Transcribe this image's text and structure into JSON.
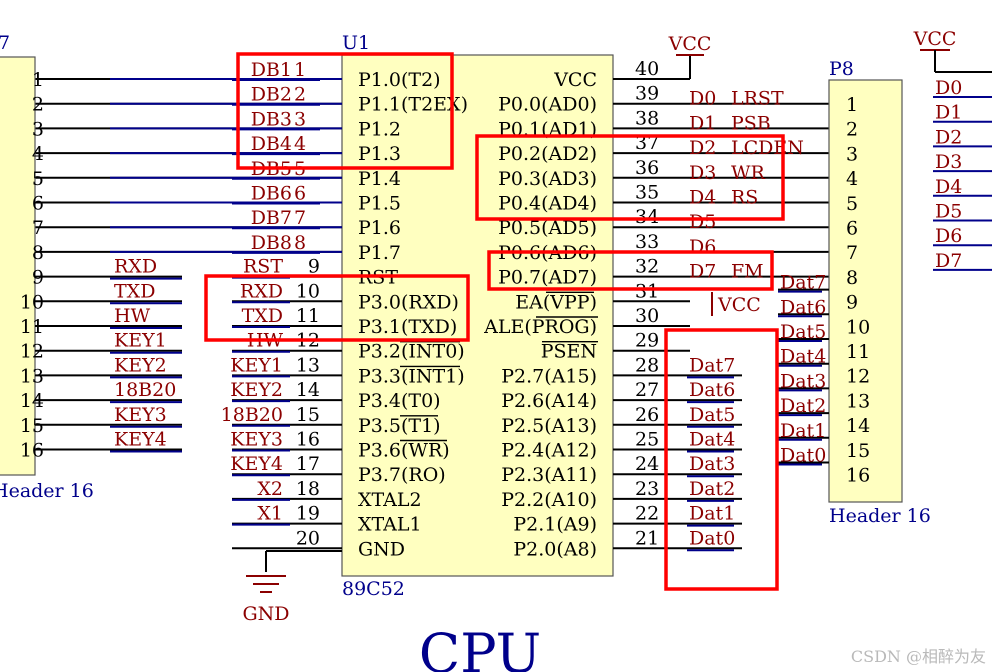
{
  "chip": {
    "designator": "U1",
    "part": "89C52",
    "left_pins": [
      {
        "num": "",
        "name": "P1.0(T2)",
        "net": "DB1",
        "netnum": "1"
      },
      {
        "num": "",
        "name": "P1.1(T2EX)",
        "net": "DB2",
        "netnum": "2"
      },
      {
        "num": "",
        "name": "P1.2",
        "net": "DB3",
        "netnum": "3"
      },
      {
        "num": "",
        "name": "P1.3",
        "net": "DB4",
        "netnum": "4"
      },
      {
        "num": "",
        "name": "P1.4",
        "net": "DB5",
        "netnum": "5"
      },
      {
        "num": "",
        "name": "P1.5",
        "net": "DB6",
        "netnum": "6"
      },
      {
        "num": "",
        "name": "P1.6",
        "net": "DB7",
        "netnum": "7"
      },
      {
        "num": "",
        "name": "P1.7",
        "net": "DB8",
        "netnum": "8"
      },
      {
        "num": "9",
        "name": "RST",
        "net": "RST",
        "netnum": ""
      },
      {
        "num": "10",
        "name": "P3.0(RXD)",
        "net": "RXD",
        "netnum": ""
      },
      {
        "num": "11",
        "name": "P3.1(TXD)",
        "net": "TXD",
        "netnum": ""
      },
      {
        "num": "12",
        "name": "P3.2(INT0)",
        "net": "HW",
        "netnum": ""
      },
      {
        "num": "13",
        "name": "P3.3(INT1)",
        "net": "KEY1",
        "netnum": ""
      },
      {
        "num": "14",
        "name": "P3.4(T0)",
        "net": "KEY2",
        "netnum": ""
      },
      {
        "num": "15",
        "name": "P3.5(T1)",
        "net": "18B20",
        "netnum": ""
      },
      {
        "num": "16",
        "name": "P3.6(WR)",
        "net": "KEY3",
        "netnum": ""
      },
      {
        "num": "17",
        "name": "P3.7(RO)",
        "net": "KEY4",
        "netnum": ""
      },
      {
        "num": "18",
        "name": "XTAL2",
        "net": "X2",
        "netnum": ""
      },
      {
        "num": "19",
        "name": "XTAL1",
        "net": "X1",
        "netnum": ""
      },
      {
        "num": "20",
        "name": "GND",
        "net": "",
        "netnum": ""
      }
    ],
    "right_pins": [
      {
        "num": "40",
        "name": "VCC",
        "net": "",
        "func": ""
      },
      {
        "num": "39",
        "name": "P0.0(AD0)",
        "net": "D0",
        "func": "LRST"
      },
      {
        "num": "38",
        "name": "P0.1(AD1)",
        "net": "D1",
        "func": "PSB"
      },
      {
        "num": "37",
        "name": "P0.2(AD2)",
        "net": "D2",
        "func": "LCDEN"
      },
      {
        "num": "36",
        "name": "P0.3(AD3)",
        "net": "D3",
        "func": "WR"
      },
      {
        "num": "35",
        "name": "P0.4(AD4)",
        "net": "D4",
        "func": "RS"
      },
      {
        "num": "34",
        "name": "P0.5(AD5)",
        "net": "D5",
        "func": ""
      },
      {
        "num": "33",
        "name": "P0.6(AD6)",
        "net": "D6",
        "func": ""
      },
      {
        "num": "32",
        "name": "P0.7(AD7)",
        "net": "D7",
        "func": "FM"
      },
      {
        "num": "31",
        "name": "EA(VPP)",
        "net": "VCC",
        "func": ""
      },
      {
        "num": "30",
        "name": "ALE(PROG)",
        "net": "",
        "func": ""
      },
      {
        "num": "29",
        "name": "PSEN",
        "net": "",
        "func": ""
      },
      {
        "num": "28",
        "name": "P2.7(A15)",
        "net": "Dat7",
        "func": ""
      },
      {
        "num": "27",
        "name": "P2.6(A14)",
        "net": "Dat6",
        "func": ""
      },
      {
        "num": "26",
        "name": "P2.5(A13)",
        "net": "Dat5",
        "func": ""
      },
      {
        "num": "25",
        "name": "P2.4(A12)",
        "net": "Dat4",
        "func": ""
      },
      {
        "num": "24",
        "name": "P2.3(A11)",
        "net": "Dat3",
        "func": ""
      },
      {
        "num": "23",
        "name": "P2.2(A10)",
        "net": "Dat2",
        "func": ""
      },
      {
        "num": "22",
        "name": "P2.1(A9)",
        "net": "Dat1",
        "func": ""
      },
      {
        "num": "21",
        "name": "P2.0(A8)",
        "net": "Dat0",
        "func": ""
      }
    ]
  },
  "left_header": {
    "designator": "7",
    "part": "Header 16",
    "pins": [
      "1",
      "2",
      "3",
      "4",
      "5",
      "6",
      "7",
      "8",
      "9",
      "10",
      "11",
      "12",
      "13",
      "14",
      "15",
      "16"
    ],
    "nets": [
      "",
      "",
      "",
      "",
      "",
      "",
      "",
      "",
      "RXD",
      "TXD",
      "HW",
      "KEY1",
      "KEY2",
      "18B20",
      "KEY3",
      "KEY4"
    ]
  },
  "right_header": {
    "designator": "P8",
    "part": "Header 16",
    "pins": [
      "1",
      "2",
      "3",
      "4",
      "5",
      "6",
      "7",
      "8",
      "9",
      "10",
      "11",
      "12",
      "13",
      "14",
      "15",
      "16"
    ],
    "nets": [
      "",
      "",
      "",
      "",
      "",
      "",
      "",
      "",
      "Dat7",
      "Dat6",
      "Dat5",
      "Dat4",
      "Dat3",
      "Dat2",
      "Dat1",
      "Dat0"
    ]
  },
  "far_right": {
    "vcc": "VCC",
    "nets": [
      "D0",
      "D1",
      "D2",
      "D3",
      "D4",
      "D5",
      "D6",
      "D7"
    ]
  },
  "power": {
    "vcc_label": "VCC",
    "gnd_label": "GND"
  },
  "title": "CPU",
  "watermark": "CSDN @相醉为友",
  "colors": {
    "wire": "#000000",
    "net_label": "#8b0000",
    "blue": "#00008b",
    "component_fill": "#ffffc0",
    "highlight": "#ff0000"
  }
}
